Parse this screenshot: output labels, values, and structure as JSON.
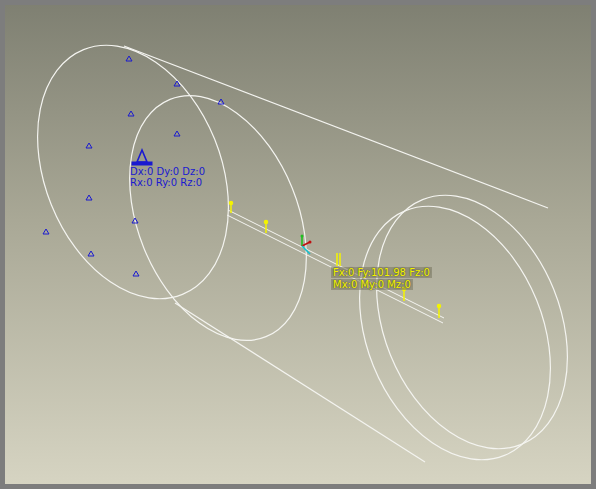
{
  "diagram": {
    "labels": [
      "Dx:0 Dy:0 Dz:0",
      "Rx:0 Ry:0 Rz:0",
      "Fx:0 Fy:101.98 Fz:0",
      "Mx:0 My:0 Mz:0"
    ]
  }
}
